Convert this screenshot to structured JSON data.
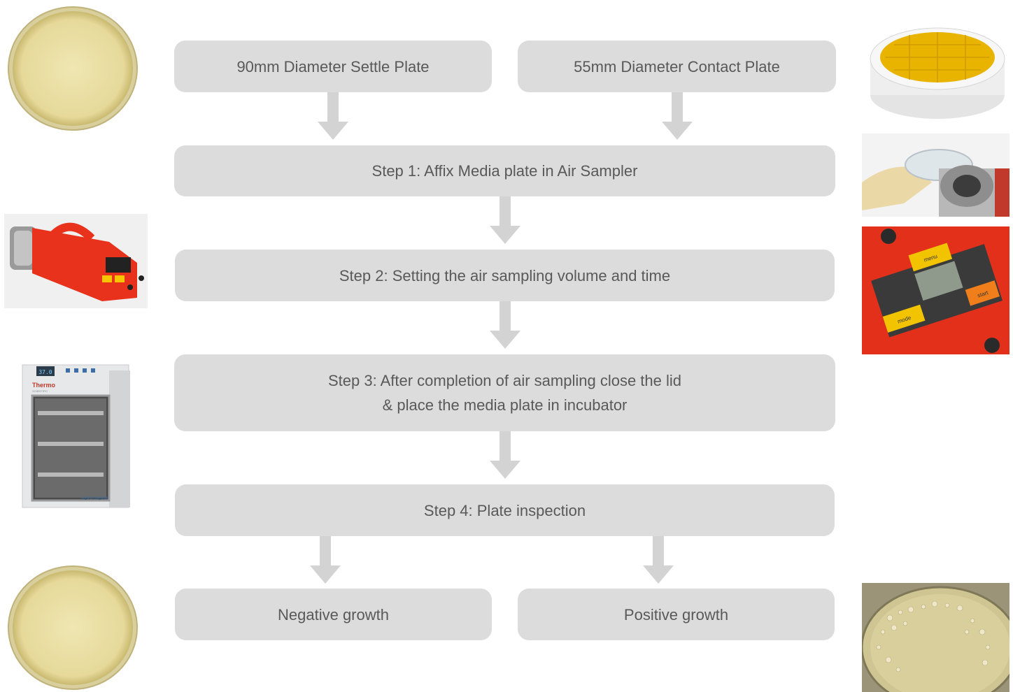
{
  "sources": {
    "settle_plate": "90mm Diameter Settle Plate",
    "contact_plate": "55mm Diameter Contact Plate"
  },
  "steps": {
    "step1": "Step 1: Affix Media plate in Air Sampler",
    "step2": "Step 2: Setting the air sampling volume and time",
    "step3_line1": "Step 3: After completion of air sampling close the lid",
    "step3_line2": "& place the media plate in incubator",
    "step4": "Step 4: Plate inspection"
  },
  "outcomes": {
    "negative": "Negative growth",
    "positive": "Positive growth"
  },
  "images": {
    "incubator_brand": "Thermo",
    "incubator_brand_sub": "SCIENTIFIC",
    "incubator_model": "HERATHERM",
    "incubator_display": "37.0",
    "keypad_keys": [
      "mode",
      "menu",
      "start"
    ]
  },
  "colors": {
    "box_fill": "#dcdcdc",
    "arrow_fill": "#d3d3d3",
    "text": "#595959",
    "agar": "#e9dea0",
    "sampler_red": "#e8321c"
  }
}
